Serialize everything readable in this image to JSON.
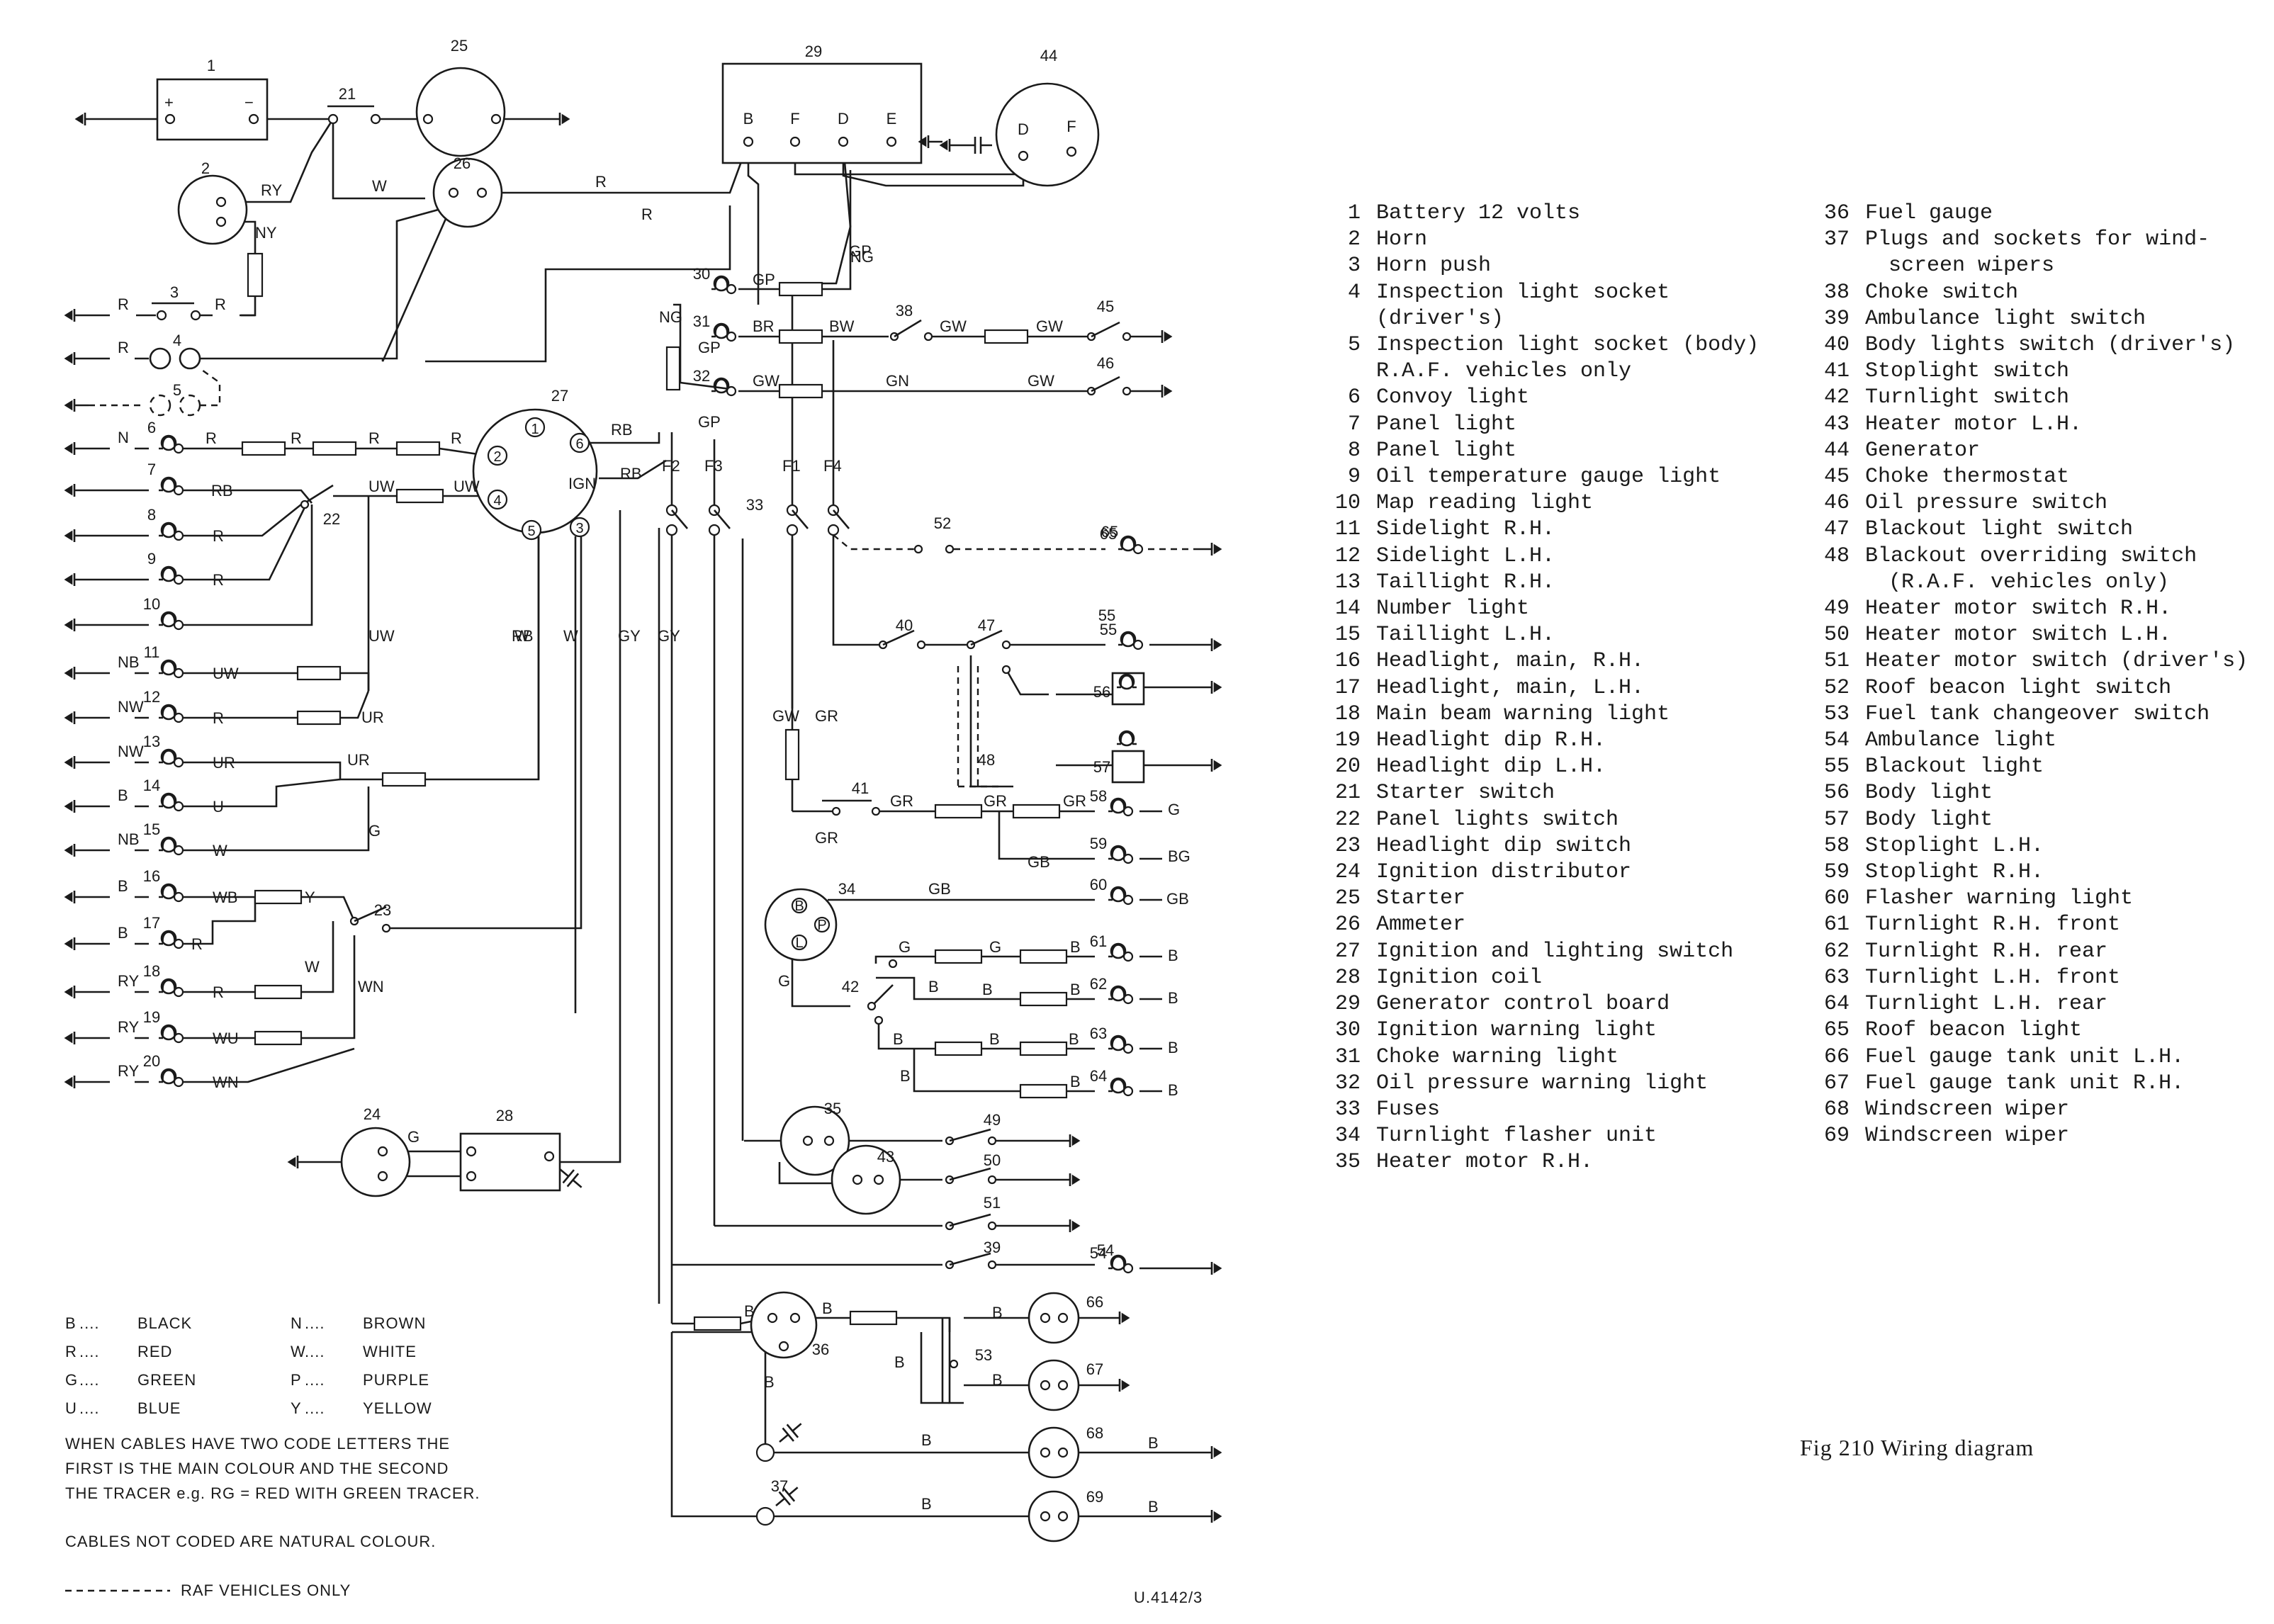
{
  "diagram": {
    "drawing_ref": "U.4142/3",
    "raf_note": "RAF VEHICLES ONLY",
    "component_numbers": [
      "1",
      "2",
      "3",
      "4",
      "5",
      "6",
      "7",
      "8",
      "9",
      "10",
      "11",
      "12",
      "13",
      "14",
      "15",
      "16",
      "17",
      "18",
      "19",
      "20",
      "21",
      "22",
      "23",
      "24",
      "25",
      "26",
      "27",
      "28",
      "29",
      "30",
      "31",
      "32",
      "33",
      "34",
      "35",
      "36",
      "37",
      "38",
      "39",
      "40",
      "41",
      "42",
      "43",
      "44",
      "45",
      "46",
      "47",
      "48",
      "49",
      "50",
      "51",
      "52",
      "53",
      "54",
      "55",
      "56",
      "57",
      "58",
      "59",
      "60",
      "61",
      "62",
      "63",
      "64",
      "65",
      "66",
      "67",
      "68",
      "69"
    ],
    "terminal_labels": {
      "gen_board": [
        "B",
        "F",
        "D",
        "E"
      ],
      "generator": [
        "D",
        "F"
      ],
      "fuses": [
        "F2",
        "F3",
        "F1",
        "F4"
      ],
      "switch27": [
        "1",
        "2",
        "3",
        "4",
        "5",
        "6",
        "IGN"
      ],
      "flasher": [
        "B",
        "P",
        "L"
      ]
    },
    "wire_codes": [
      "N",
      "NB",
      "NW",
      "NW",
      "B",
      "NB",
      "B",
      "B",
      "RY",
      "RY",
      "RY",
      "RY",
      "NY",
      "W",
      "R",
      "R",
      "R",
      "R",
      "R",
      "R",
      "R",
      "R",
      "R",
      "RB",
      "RB",
      "RB",
      "R",
      "R",
      "UW",
      "UW",
      "UW",
      "UW",
      "R",
      "UR",
      "UR",
      "UR",
      "RB",
      "U",
      "W",
      "G",
      "WB",
      "Y",
      "R",
      "R",
      "W",
      "WU",
      "WN",
      "WN",
      "W",
      "W",
      "GY",
      "GY",
      "G",
      "NG",
      "NG",
      "GP",
      "GP",
      "GP",
      "GP",
      "BR",
      "BW",
      "GW",
      "GW",
      "GW",
      "GN",
      "GW",
      "GW",
      "GR",
      "GR",
      "GR",
      "GR",
      "GR",
      "G",
      "GB",
      "BG",
      "GB",
      "GB",
      "G",
      "G",
      "G",
      "B",
      "B",
      "B",
      "B",
      "B",
      "B",
      "B",
      "B",
      "B",
      "B",
      "B",
      "B",
      "B",
      "B",
      "B",
      "B",
      "B",
      "B",
      "B",
      "B",
      "B",
      "B",
      "B",
      "B"
    ],
    "colour_legend": [
      {
        "code": "B",
        "colour": "BLACK"
      },
      {
        "code": "R",
        "colour": "RED"
      },
      {
        "code": "G",
        "colour": "GREEN"
      },
      {
        "code": "U",
        "colour": "BLUE"
      },
      {
        "code": "N",
        "colour": "BROWN"
      },
      {
        "code": "W",
        "colour": "WHITE"
      },
      {
        "code": "P",
        "colour": "PURPLE"
      },
      {
        "code": "Y",
        "colour": "YELLOW"
      }
    ],
    "notes": [
      "WHEN CABLES HAVE TWO CODE LETTERS THE",
      "FIRST IS THE MAIN COLOUR AND THE SECOND",
      "THE TRACER e.g. RG = RED WITH GREEN TRACER.",
      "CABLES NOT CODED ARE NATURAL COLOUR."
    ],
    "battery_symbols": [
      "+",
      "−"
    ]
  },
  "key": {
    "left": [
      {
        "n": "1",
        "t": "Battery 12 volts"
      },
      {
        "n": "2",
        "t": "Horn"
      },
      {
        "n": "3",
        "t": "Horn push"
      },
      {
        "n": "4",
        "t": "Inspection light socket",
        "cont": "(driver's)"
      },
      {
        "n": "5",
        "t": "Inspection light socket (body)",
        "cont": "R.A.F. vehicles only"
      },
      {
        "n": "6",
        "t": "Convoy light"
      },
      {
        "n": "7",
        "t": "Panel light"
      },
      {
        "n": "8",
        "t": "Panel light"
      },
      {
        "n": "9",
        "t": "Oil temperature gauge light"
      },
      {
        "n": "10",
        "t": "Map reading light"
      },
      {
        "n": "11",
        "t": "Sidelight R.H."
      },
      {
        "n": "12",
        "t": "Sidelight L.H."
      },
      {
        "n": "13",
        "t": "Taillight R.H."
      },
      {
        "n": "14",
        "t": "Number light"
      },
      {
        "n": "15",
        "t": "Taillight L.H."
      },
      {
        "n": "16",
        "t": "Headlight, main, R.H."
      },
      {
        "n": "17",
        "t": "Headlight, main, L.H."
      },
      {
        "n": "18",
        "t": "Main beam warning light"
      },
      {
        "n": "19",
        "t": "Headlight dip R.H."
      },
      {
        "n": "20",
        "t": "Headlight dip L.H."
      },
      {
        "n": "21",
        "t": "Starter switch"
      },
      {
        "n": "22",
        "t": "Panel lights switch"
      },
      {
        "n": "23",
        "t": "Headlight dip switch"
      },
      {
        "n": "24",
        "t": "Ignition distributor"
      },
      {
        "n": "25",
        "t": "Starter"
      },
      {
        "n": "26",
        "t": "Ammeter"
      },
      {
        "n": "27",
        "t": "Ignition and lighting switch"
      },
      {
        "n": "28",
        "t": "Ignition coil"
      },
      {
        "n": "29",
        "t": "Generator control board"
      },
      {
        "n": "30",
        "t": "Ignition warning light"
      },
      {
        "n": "31",
        "t": "Choke warning light"
      },
      {
        "n": "32",
        "t": "Oil pressure warning light"
      },
      {
        "n": "33",
        "t": "Fuses"
      },
      {
        "n": "34",
        "t": "Turnlight flasher unit"
      },
      {
        "n": "35",
        "t": "Heater motor R.H."
      }
    ],
    "right": [
      {
        "n": "36",
        "t": "Fuel gauge"
      },
      {
        "n": "37",
        "t": "Plugs and sockets for wind-",
        "cont": "screen wipers"
      },
      {
        "n": "38",
        "t": "Choke switch"
      },
      {
        "n": "39",
        "t": "Ambulance light switch"
      },
      {
        "n": "40",
        "t": "Body lights switch (driver's)"
      },
      {
        "n": "41",
        "t": "Stoplight switch"
      },
      {
        "n": "42",
        "t": "Turnlight switch"
      },
      {
        "n": "43",
        "t": "Heater motor L.H."
      },
      {
        "n": "44",
        "t": "Generator"
      },
      {
        "n": "45",
        "t": "Choke thermostat"
      },
      {
        "n": "46",
        "t": "Oil pressure switch"
      },
      {
        "n": "47",
        "t": "Blackout light switch"
      },
      {
        "n": "48",
        "t": "Blackout overriding switch",
        "cont": "(R.A.F. vehicles only)"
      },
      {
        "n": "49",
        "t": "Heater motor switch R.H."
      },
      {
        "n": "50",
        "t": "Heater motor switch L.H."
      },
      {
        "n": "51",
        "t": "Heater motor switch (driver's)"
      },
      {
        "n": "52",
        "t": "Roof beacon light switch"
      },
      {
        "n": "53",
        "t": "Fuel tank changeover switch"
      },
      {
        "n": "54",
        "t": "Ambulance light"
      },
      {
        "n": "55",
        "t": "Blackout light"
      },
      {
        "n": "56",
        "t": "Body light"
      },
      {
        "n": "57",
        "t": "Body light"
      },
      {
        "n": "58",
        "t": "Stoplight L.H."
      },
      {
        "n": "59",
        "t": "Stoplight R.H."
      },
      {
        "n": "60",
        "t": "Flasher warning light"
      },
      {
        "n": "61",
        "t": "Turnlight R.H. front"
      },
      {
        "n": "62",
        "t": "Turnlight R.H. rear"
      },
      {
        "n": "63",
        "t": "Turnlight L.H. front"
      },
      {
        "n": "64",
        "t": "Turnlight L.H. rear"
      },
      {
        "n": "65",
        "t": "Roof beacon light"
      },
      {
        "n": "66",
        "t": "Fuel gauge tank unit L.H."
      },
      {
        "n": "67",
        "t": "Fuel gauge tank unit R.H."
      },
      {
        "n": "68",
        "t": "Windscreen wiper"
      },
      {
        "n": "69",
        "t": "Windscreen wiper"
      }
    ]
  },
  "caption": "Fig 210  Wiring diagram"
}
